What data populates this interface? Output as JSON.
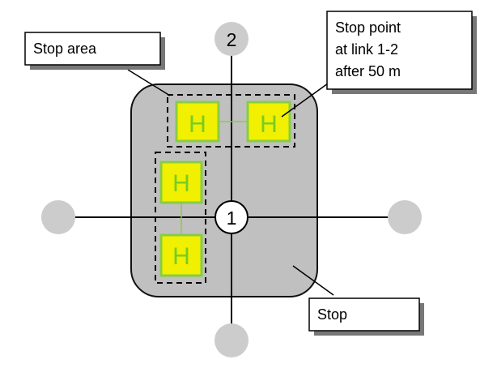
{
  "callouts": {
    "stop_area": "Stop area",
    "stop_point": [
      "Stop point",
      "at link 1-2",
      "after 50 m"
    ],
    "stop": "Stop"
  },
  "nodes": {
    "center": "1",
    "top": "2"
  },
  "stop_point_markers": [
    "H",
    "H",
    "H",
    "H"
  ],
  "colors": {
    "stop_fill": "#c0c0c0",
    "node_fill": "#cccccc",
    "marker_fill": "#f0f000",
    "marker_letter": "#77cc22",
    "marker_border": "#88cc44",
    "shadow": "#777777"
  }
}
